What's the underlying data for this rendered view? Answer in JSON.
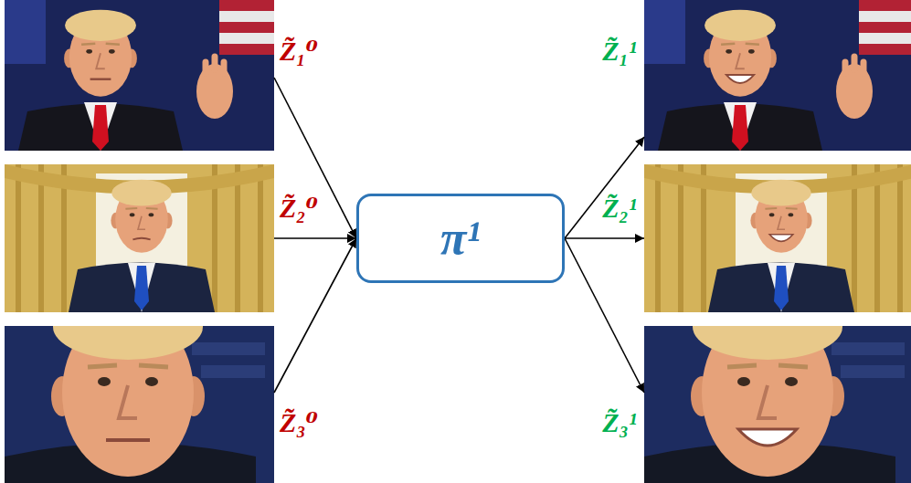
{
  "diagram": {
    "nodes": [
      {
        "text": [
          "Z̃₁⁰"
        ]
      },
      {
        "text": [
          "Z̃₂⁰"
        ]
      },
      {
        "text": [
          "Z̃₃⁰"
        ]
      },
      {
        "text": [
          "π¹"
        ]
      },
      {
        "text": [
          "Z̃₁¹"
        ]
      },
      {
        "text": [
          "Z̃₂¹"
        ]
      },
      {
        "text": [
          "Z̃₃¹"
        ]
      }
    ],
    "edges": [
      {
        "from": 0,
        "to": 3,
        "arrow": "to"
      },
      {
        "from": 1,
        "to": 3,
        "arrow": "to"
      },
      {
        "from": 2,
        "to": 3,
        "arrow": "to"
      },
      {
        "from": 3,
        "to": 4,
        "arrow": "to"
      },
      {
        "from": 3,
        "to": 5,
        "arrow": "to"
      },
      {
        "from": 3,
        "to": 6,
        "arrow": "to"
      }
    ]
  }
}
